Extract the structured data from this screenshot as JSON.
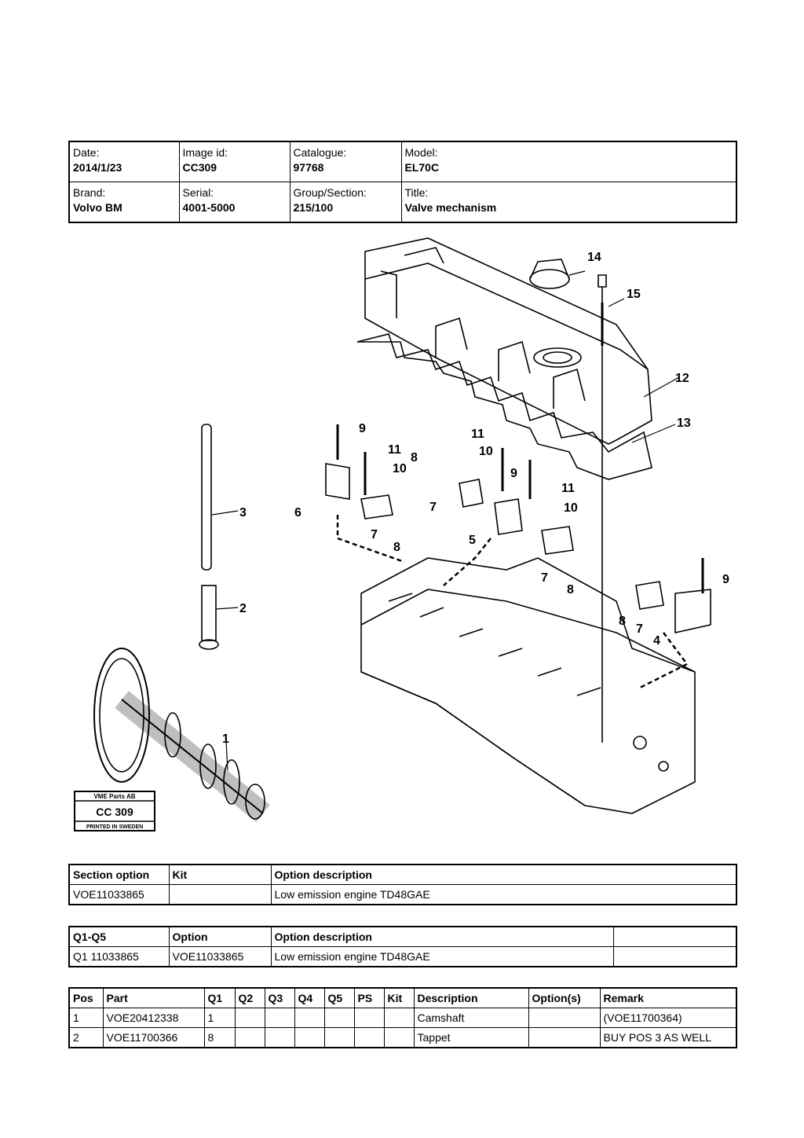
{
  "header": {
    "date_label": "Date:",
    "date": "2014/1/23",
    "image_id_label": "Image id:",
    "image_id": "CC309",
    "catalogue_label": "Catalogue:",
    "catalogue": "97768",
    "model_label": "Model:",
    "model": "EL70C",
    "brand_label": "Brand:",
    "brand": "Volvo BM",
    "serial_label": "Serial:",
    "serial": "4001-5000",
    "group_label": "Group/Section:",
    "group": "215/100",
    "title_label": "Title:",
    "title": "Valve mechanism"
  },
  "diagram": {
    "callouts": [
      "1",
      "2",
      "3",
      "4",
      "5",
      "6",
      "7",
      "7",
      "7",
      "7",
      "8",
      "8",
      "8",
      "8",
      "9",
      "9",
      "9",
      "10",
      "10",
      "10",
      "11",
      "11",
      "11",
      "12",
      "13",
      "14",
      "15"
    ],
    "stamp": {
      "line1": "VME Parts AB",
      "line2": "CC 309",
      "line3": "PRINTED IN SWEDEN"
    }
  },
  "section_table": {
    "headers": [
      "Section option",
      "Kit",
      "Option description"
    ],
    "rows": [
      [
        "VOE11033865",
        "",
        "Low emission engine TD48GAE"
      ]
    ]
  },
  "q_table": {
    "headers": [
      "Q1-Q5",
      "Option",
      "Option description",
      ""
    ],
    "rows": [
      [
        "Q1 11033865",
        "VOE11033865",
        "Low emission engine TD48GAE",
        ""
      ]
    ]
  },
  "parts_table": {
    "headers": [
      "Pos",
      "Part",
      "Q1",
      "Q2",
      "Q3",
      "Q4",
      "Q5",
      "PS",
      "Kit",
      "Description",
      "Option(s)",
      "Remark"
    ],
    "rows": [
      [
        "1",
        "VOE20412338",
        "1",
        "",
        "",
        "",
        "",
        "",
        "",
        "Camshaft",
        "",
        "(VOE11700364)"
      ],
      [
        "2",
        "VOE11700366",
        "8",
        "",
        "",
        "",
        "",
        "",
        "",
        "Tappet",
        "",
        "BUY POS 3 AS WELL"
      ]
    ]
  }
}
